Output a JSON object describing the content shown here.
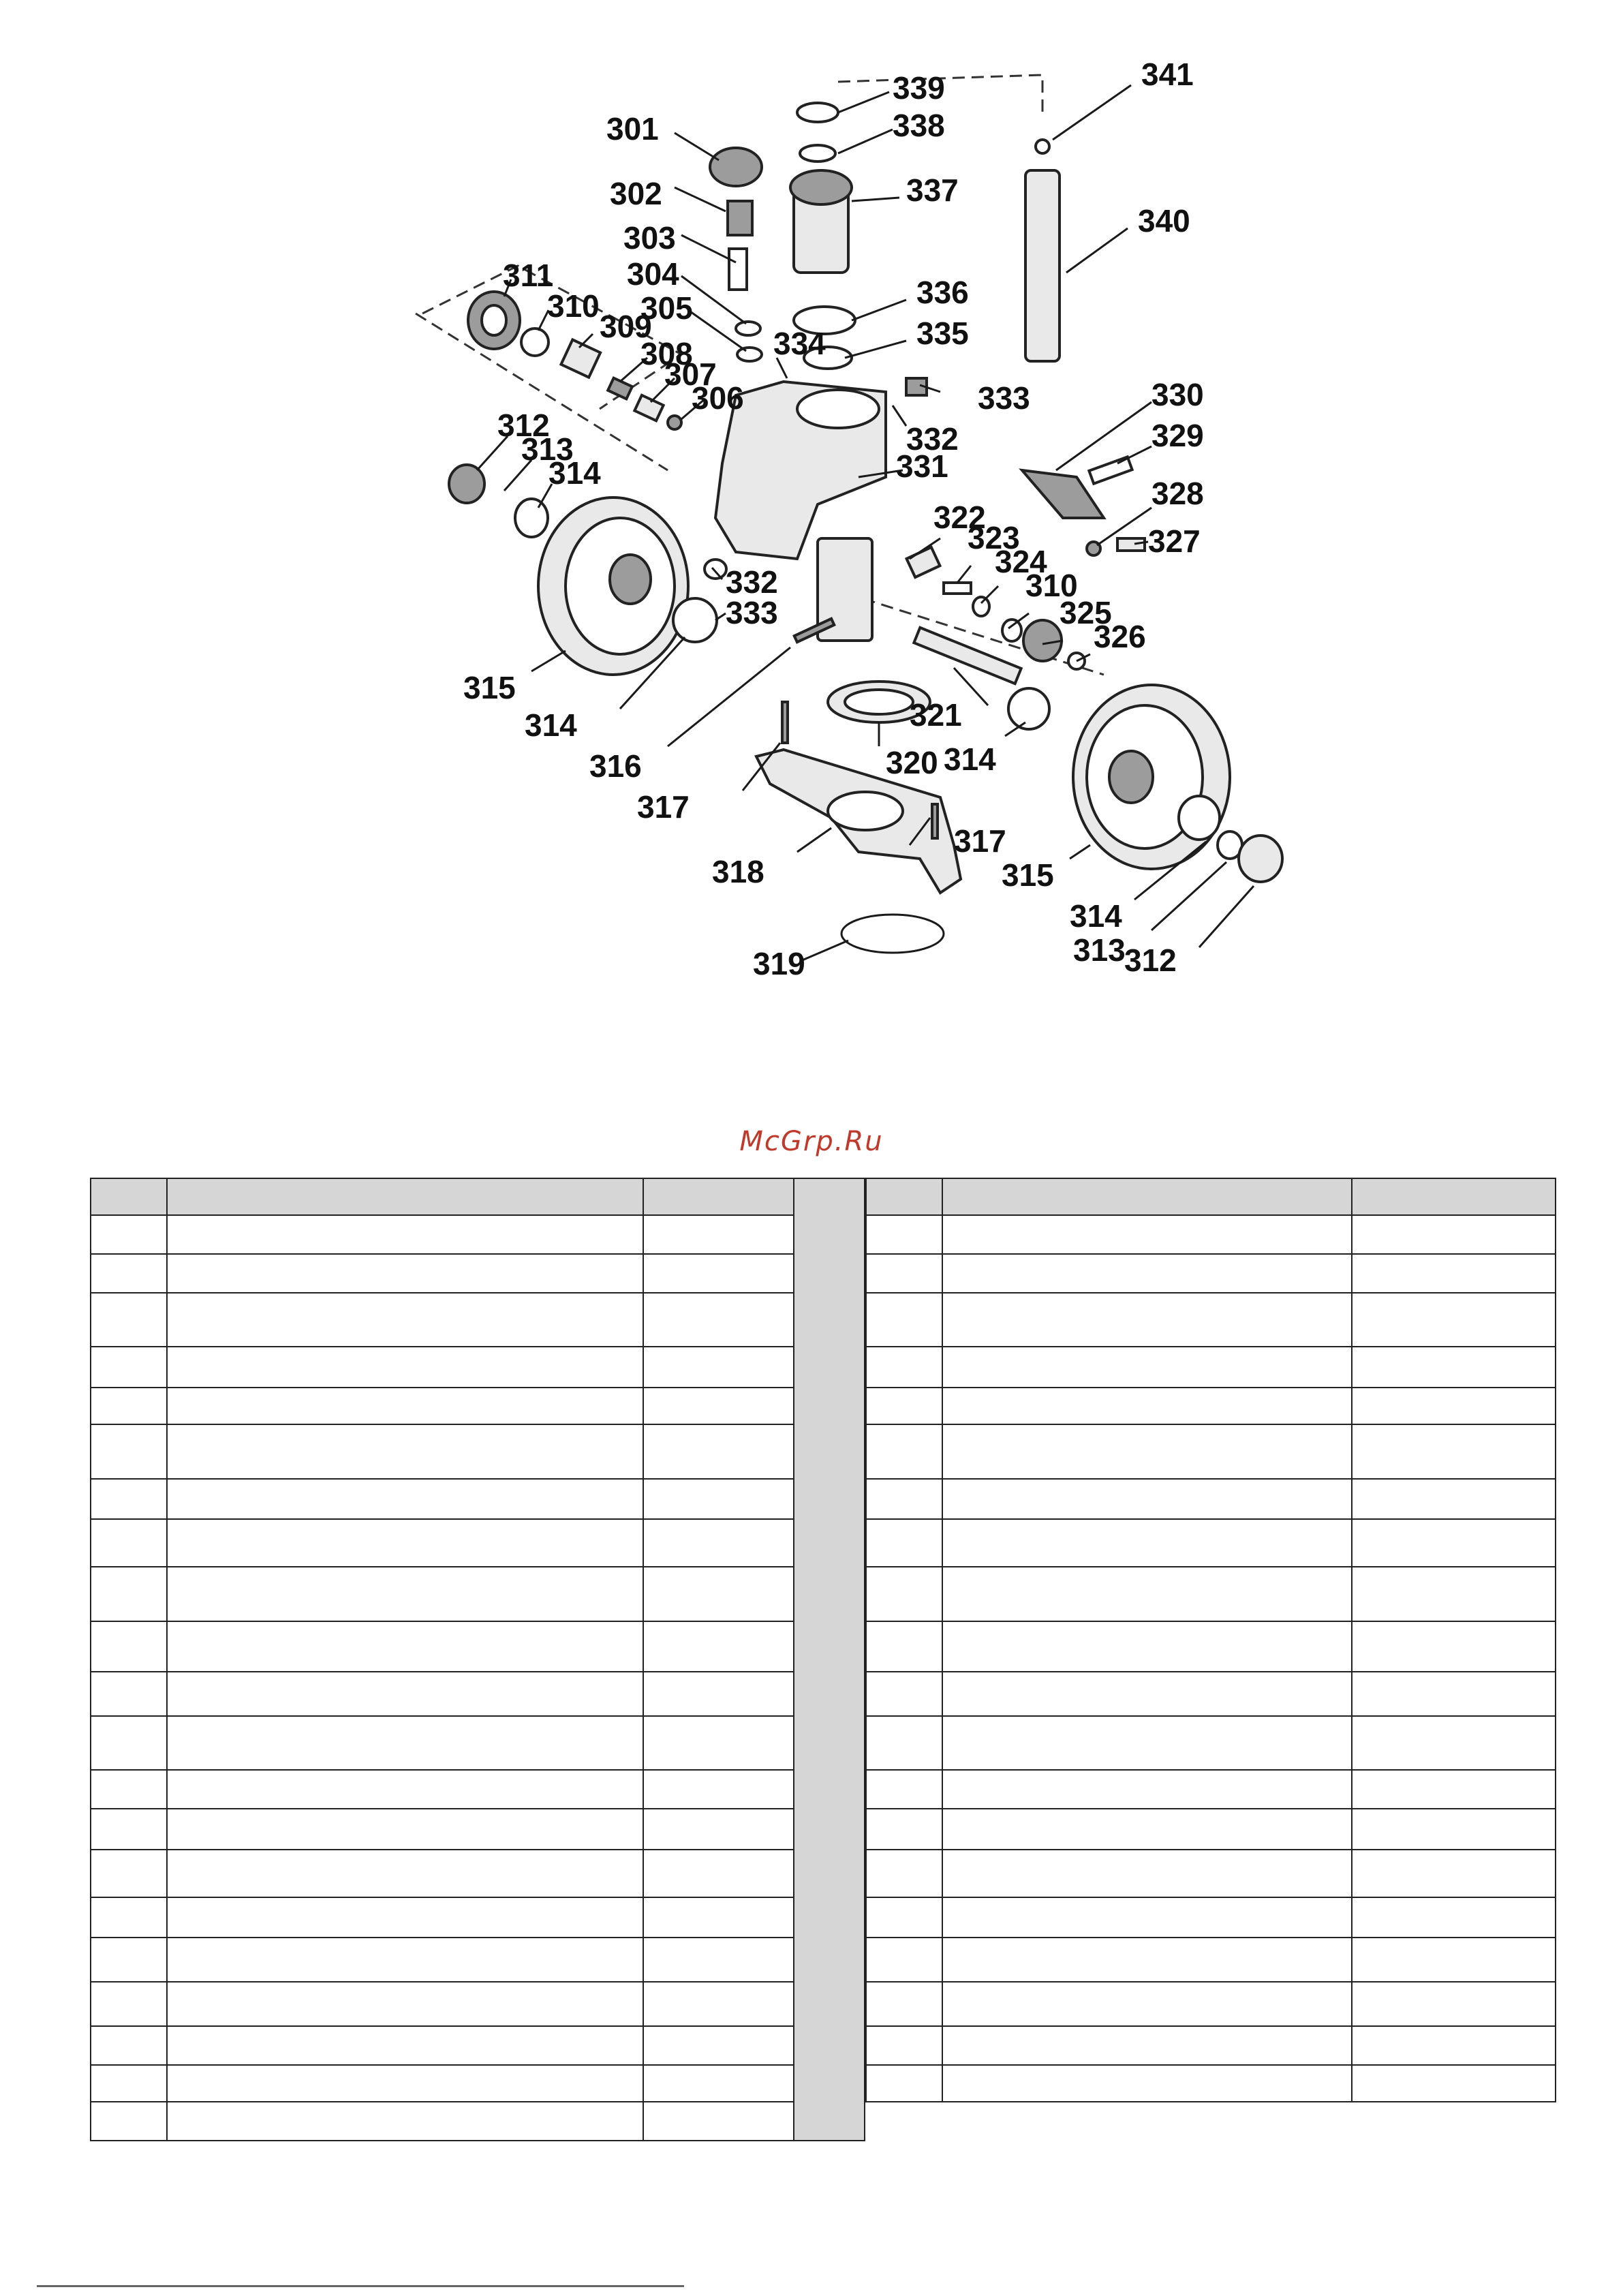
{
  "watermark": "McGrp.Ru",
  "callouts": [
    "301",
    "302",
    "303",
    "304",
    "305",
    "306",
    "307",
    "308",
    "309",
    "310",
    "311",
    "312",
    "313",
    "314",
    "315",
    "316",
    "317",
    "318",
    "319",
    "320",
    "321",
    "322",
    "323",
    "324",
    "325",
    "326",
    "327",
    "328",
    "329",
    "330",
    "331",
    "332",
    "333",
    "334",
    "335",
    "336",
    "337",
    "338",
    "339",
    "340",
    "341"
  ],
  "table": {
    "columns": [
      "",
      "",
      ""
    ],
    "left_rows": 21,
    "right_rows": 20
  }
}
